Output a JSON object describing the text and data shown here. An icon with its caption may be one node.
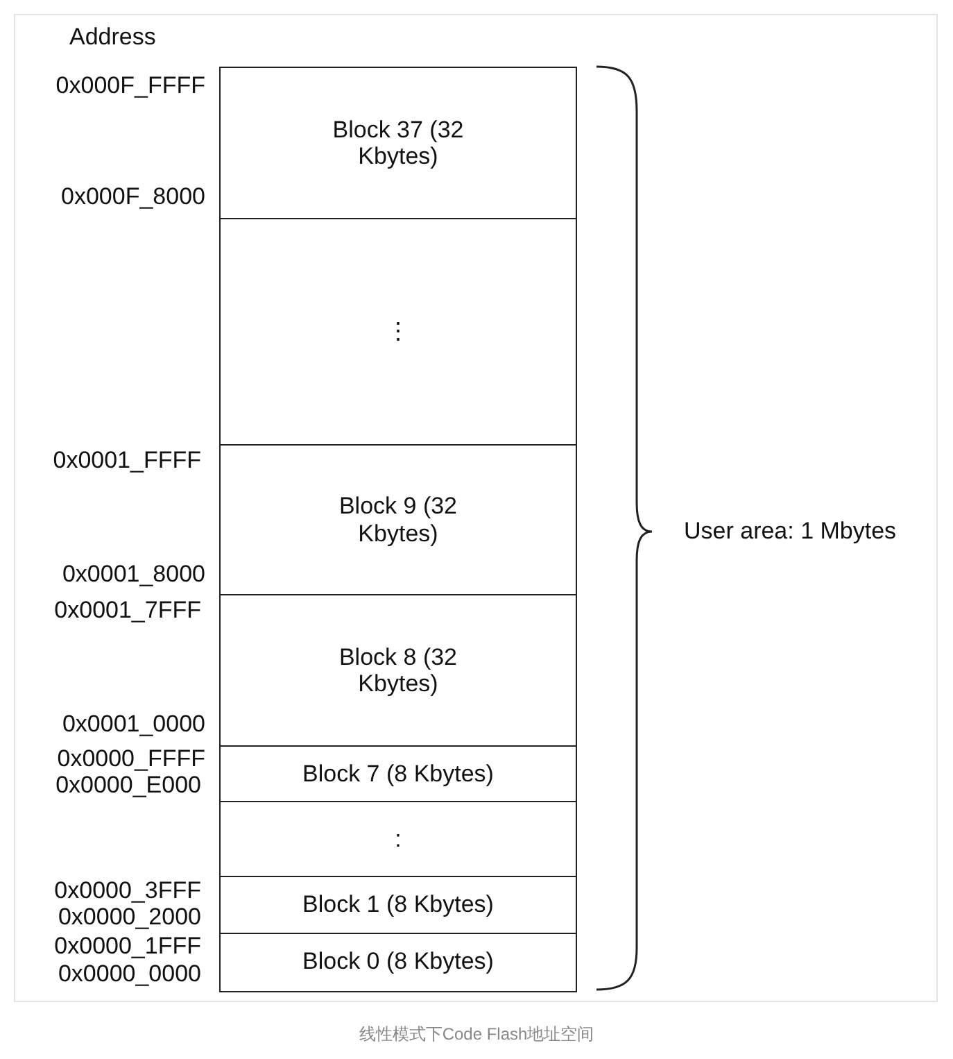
{
  "diagram": {
    "caption": "线性模式下Code Flash地址空间",
    "nodes": [
      {
        "text": [
          "Block 37 (32 Kbytes)"
        ]
      },
      {
        "text": [
          "⋮"
        ]
      },
      {
        "text": [
          "Block 9 (32 Kbytes)"
        ]
      },
      {
        "text": [
          "Block 8 (32 Kbytes)"
        ]
      },
      {
        "text": [
          "Block 7 (8 Kbytes)"
        ]
      },
      {
        "text": [
          ":"
        ]
      },
      {
        "text": [
          "Block 1 (8 Kbytes)"
        ]
      },
      {
        "text": [
          "Block 0 (8 Kbytes)"
        ]
      }
    ],
    "edges": [],
    "labels": [
      "Address",
      "0x000F_FFFF",
      "0x000F_8000",
      "0x0001_FFFF",
      "User area: 1 Mbytes",
      "0x0001_8000",
      "0x0001_7FFF",
      "0x0001_0000",
      "0x0000_FFFF",
      "0x0000_E000",
      "0x0000_3FFF",
      "0x0000_2000",
      "0x0000_1FFF",
      "0x0000_0000"
    ]
  }
}
